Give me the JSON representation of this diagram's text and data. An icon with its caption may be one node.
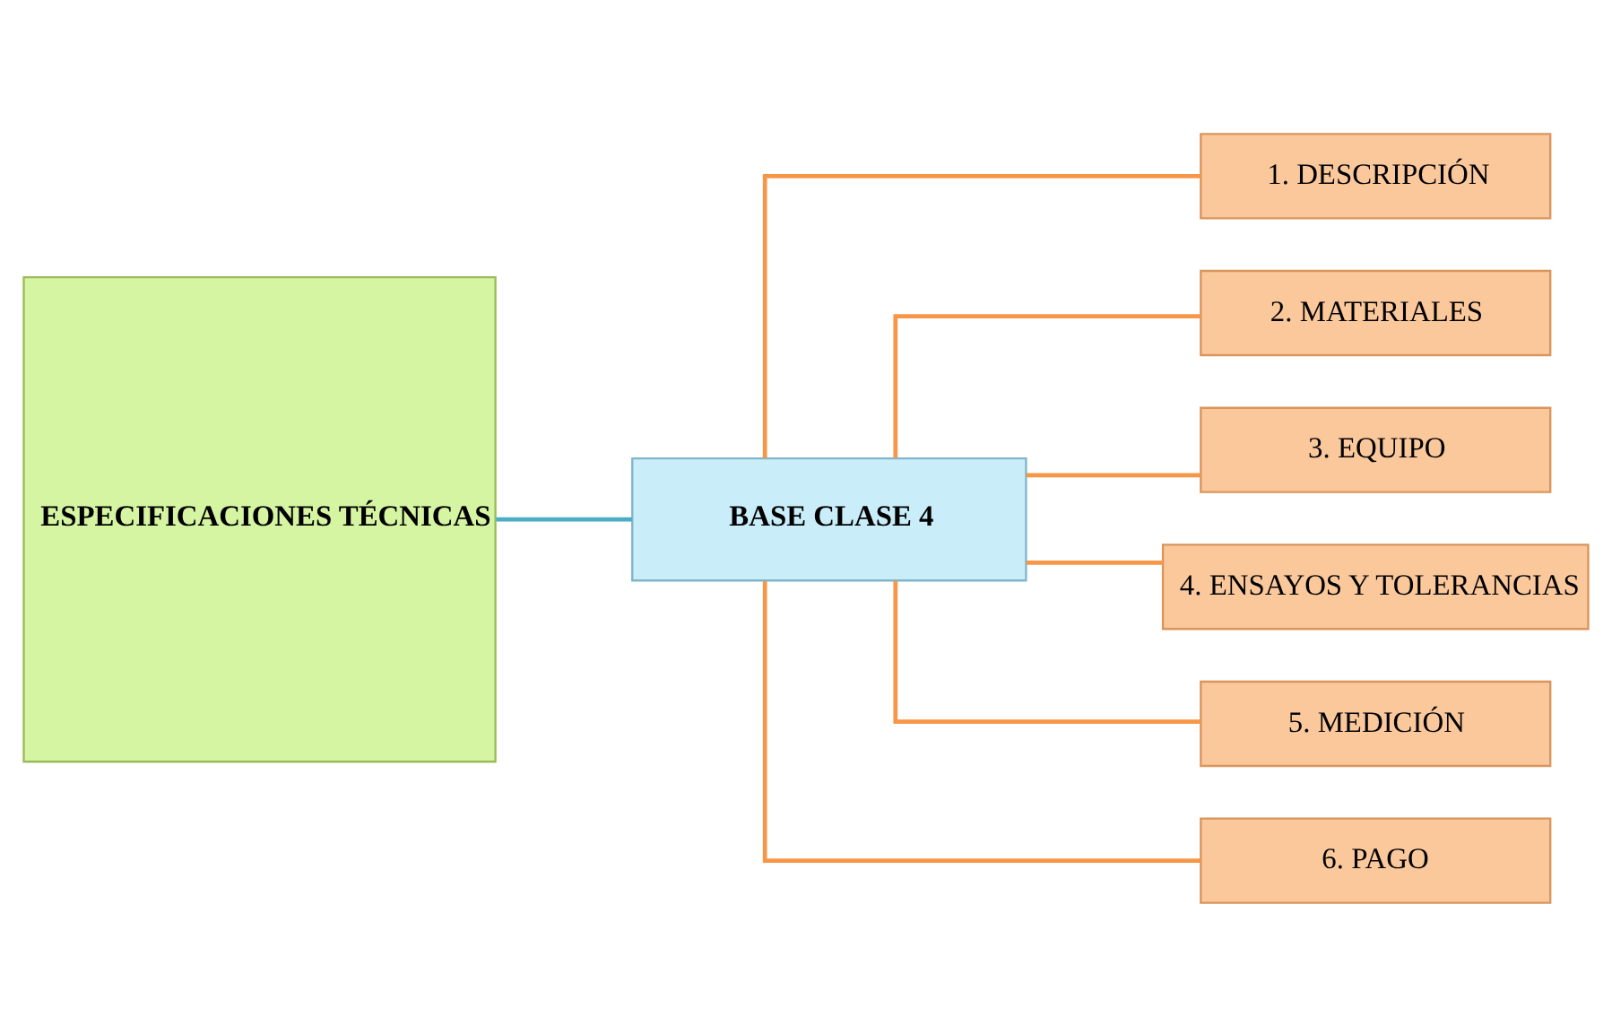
{
  "diagram": {
    "nodes": [
      {
        "text": [
          "ESPECIFICACIONES TÉCNICAS"
        ]
      },
      {
        "text": [
          "BASE CLASE 4"
        ]
      },
      {
        "text": [
          "1. DESCRIPCIÓN"
        ]
      },
      {
        "text": [
          "2. MATERIALES"
        ]
      },
      {
        "text": [
          "3. EQUIPO"
        ]
      },
      {
        "text": [
          "4. ENSAYOS Y TOLERANCIAS"
        ]
      },
      {
        "text": [
          "5. MEDICIÓN"
        ]
      },
      {
        "text": [
          "6. PAGO"
        ]
      }
    ],
    "edges": [
      {
        "from": 0,
        "to": 1,
        "arrow": "none",
        "color": "#4bacc6"
      },
      {
        "from": 1,
        "to": 2,
        "arrow": "none"
      },
      {
        "from": 1,
        "to": 3,
        "arrow": "none"
      },
      {
        "from": 1,
        "to": 4,
        "arrow": "none"
      },
      {
        "from": 1,
        "to": 5,
        "arrow": "none"
      },
      {
        "from": 1,
        "to": 6,
        "arrow": "none"
      },
      {
        "from": 1,
        "to": 7,
        "arrow": "none"
      }
    ]
  }
}
